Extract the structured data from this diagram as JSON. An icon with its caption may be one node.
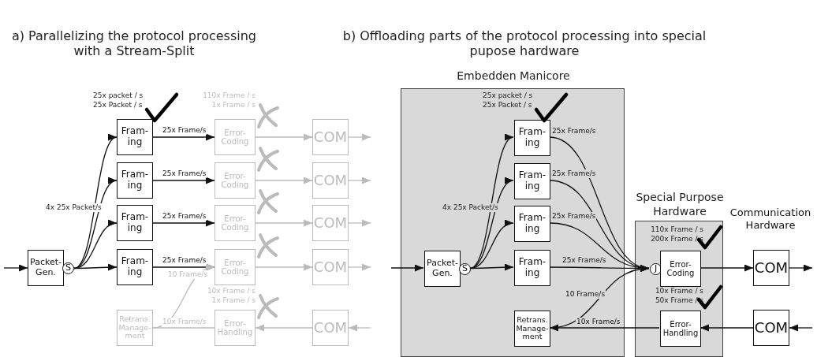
{
  "diagram": {
    "nodes": [
      {
        "text": [
          "Packet- Gen."
        ]
      },
      {
        "text": [
          "S"
        ]
      },
      {
        "text": [
          "Fram- ing"
        ]
      },
      {
        "text": [
          "Fram- ing"
        ]
      },
      {
        "text": [
          "Fram- ing"
        ]
      },
      {
        "text": [
          "Fram- ing"
        ]
      },
      {
        "text": [
          "Error- Coding"
        ]
      },
      {
        "text": [
          "Error- Coding"
        ]
      },
      {
        "text": [
          "Error- Coding"
        ]
      },
      {
        "text": [
          "Error- Coding"
        ]
      },
      {
        "text": [
          "COM"
        ]
      },
      {
        "text": [
          "COM"
        ]
      },
      {
        "text": [
          "COM"
        ]
      },
      {
        "text": [
          "COM"
        ]
      },
      {
        "text": [
          "Retrans. Manage- ment"
        ]
      },
      {
        "text": [
          "Error- Handling"
        ]
      },
      {
        "text": [
          "COM"
        ]
      },
      {
        "text": [
          "Embedden Manicore"
        ]
      },
      {
        "text": [
          "Packet- Gen."
        ],
        "in": 17
      },
      {
        "text": [
          "S"
        ],
        "in": 17
      },
      {
        "text": [
          "Fram- ing"
        ],
        "in": 17
      },
      {
        "text": [
          "Fram- ing"
        ],
        "in": 17
      },
      {
        "text": [
          "Fram- ing"
        ],
        "in": 17
      },
      {
        "text": [
          "Fram- ing"
        ],
        "in": 17
      },
      {
        "text": [
          "Retrans. Manage- ment"
        ],
        "in": 17
      },
      {
        "text": [
          "Special Purpose Hardware"
        ]
      },
      {
        "text": [
          "J"
        ],
        "in": 25
      },
      {
        "text": [
          "Error- Coding"
        ],
        "in": 25
      },
      {
        "text": [
          "Error- Handling"
        ],
        "in": 25
      },
      {
        "text": [
          "COM"
        ]
      },
      {
        "text": [
          "COM"
        ]
      }
    ],
    "edges": [
      {
        "from": null,
        "to": 0,
        "arrow": "to"
      },
      {
        "from": 1,
        "to": 2,
        "arrow": "to"
      },
      {
        "from": 1,
        "to": 3,
        "arrow": "to"
      },
      {
        "from": 1,
        "to": 4,
        "arrow": "to"
      },
      {
        "from": 1,
        "to": 5,
        "arrow": "to"
      },
      {
        "from": 2,
        "to": 6,
        "arrow": "to",
        "label": "25x Frame/s"
      },
      {
        "from": 3,
        "to": 7,
        "arrow": "to",
        "label": "25x Frame/s"
      },
      {
        "from": 4,
        "to": 8,
        "arrow": "to",
        "label": "25x Frame/s"
      },
      {
        "from": 5,
        "to": 9,
        "arrow": "to",
        "label": "25x Frame/s"
      },
      {
        "from": 6,
        "to": 10,
        "arrow": "to",
        "color": "#bbbbbb"
      },
      {
        "from": 7,
        "to": 11,
        "arrow": "to",
        "color": "#bbbbbb"
      },
      {
        "from": 8,
        "to": 12,
        "arrow": "to",
        "color": "#bbbbbb"
      },
      {
        "from": 9,
        "to": 13,
        "arrow": "to",
        "color": "#bbbbbb"
      },
      {
        "from": 10,
        "to": null,
        "arrow": "to",
        "color": "#bbbbbb"
      },
      {
        "from": 11,
        "to": null,
        "arrow": "to",
        "color": "#bbbbbb"
      },
      {
        "from": 12,
        "to": null,
        "arrow": "to",
        "color": "#bbbbbb"
      },
      {
        "from": 13,
        "to": null,
        "arrow": "to",
        "color": "#bbbbbb"
      },
      {
        "from": 14,
        "to": 9,
        "arrow": "to",
        "label": "10 Frame/s",
        "color": "#bbbbbb"
      },
      {
        "from": 15,
        "to": 14,
        "arrow": "none",
        "label": "10x Frame/s",
        "color": "#bbbbbb"
      },
      {
        "from": 16,
        "to": 15,
        "arrow": "to",
        "color": "#bbbbbb"
      },
      {
        "from": null,
        "to": 16,
        "arrow": "to",
        "color": "#bbbbbb"
      },
      {
        "from": null,
        "to": 18,
        "arrow": "to"
      },
      {
        "from": 19,
        "to": 20,
        "arrow": "to"
      },
      {
        "from": 19,
        "to": 21,
        "arrow": "to"
      },
      {
        "from": 19,
        "to": 22,
        "arrow": "to"
      },
      {
        "from": 19,
        "to": 23,
        "arrow": "to"
      },
      {
        "from": 20,
        "to": 26,
        "arrow": "to",
        "label": "25x Frame/s"
      },
      {
        "from": 21,
        "to": 26,
        "arrow": "to",
        "label": "25x Frame/s"
      },
      {
        "from": 22,
        "to": 26,
        "arrow": "to",
        "label": "25x Frame/s"
      },
      {
        "from": 23,
        "to": 26,
        "arrow": "to",
        "label": "25x Frame/s"
      },
      {
        "from": 24,
        "to": 26,
        "arrow": "to",
        "label": "10 Frame/s"
      },
      {
        "from": 27,
        "to": 29,
        "arrow": "to"
      },
      {
        "from": 29,
        "to": null,
        "arrow": "to"
      },
      {
        "from": null,
        "to": 30,
        "arrow": "to"
      },
      {
        "from": 30,
        "to": 28,
        "arrow": "to"
      },
      {
        "from": 28,
        "to": 24,
        "arrow": "to",
        "label": "10x Frame/s"
      }
    ],
    "labels": [
      "a) Parallelizing the protocol processing with a Stream-Split",
      "b) Offloading parts of the protocol processing into special pupose hardware",
      "25x packet / s",
      "25x Packet / s",
      "110x Frame / s",
      "1x Frame / s",
      "4x 25x Packet/s",
      "10x Frame / s",
      "1x Frame / s",
      "25x packet / s",
      "25x Packet / s",
      "4x 25x Packet/s",
      "110x Frame / s",
      "200x Frame / s",
      "10x Frame / s",
      "50x Frame / s",
      "Communication Hardware"
    ]
  }
}
